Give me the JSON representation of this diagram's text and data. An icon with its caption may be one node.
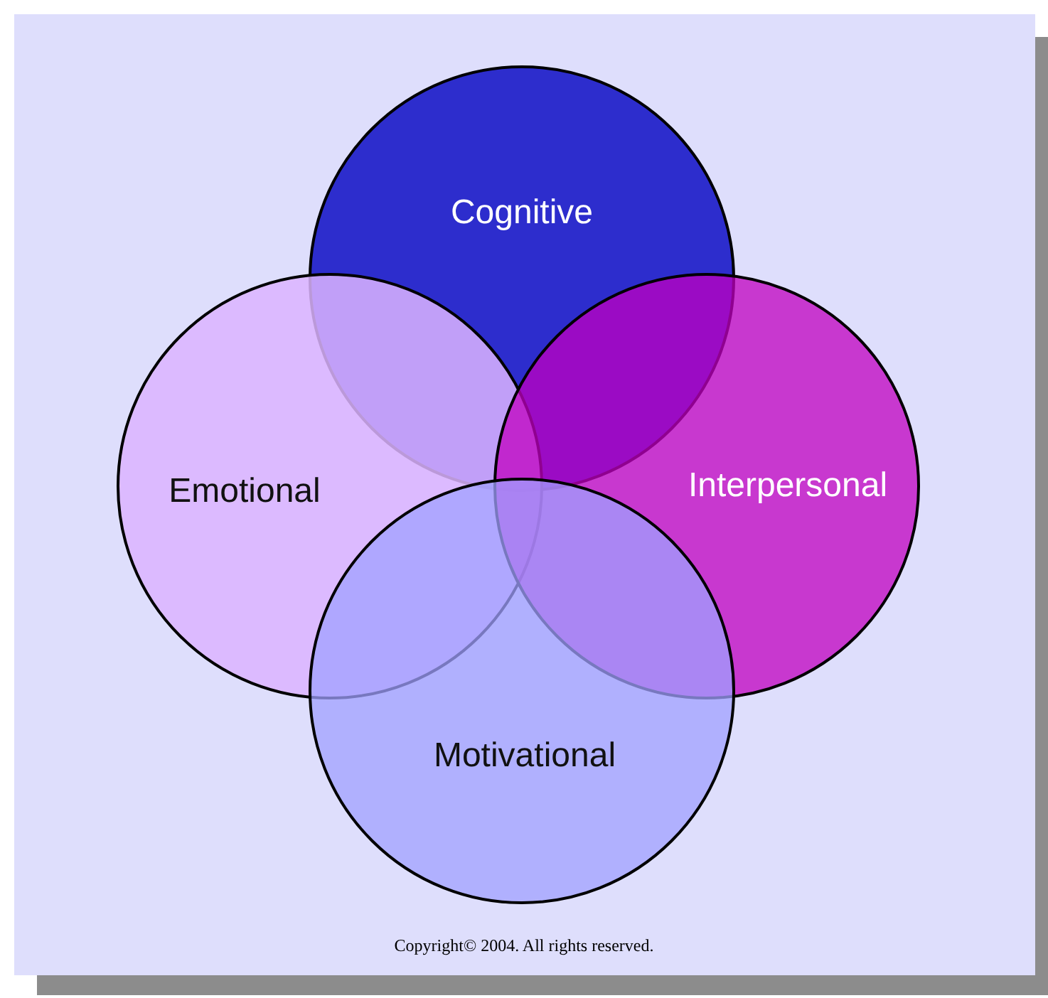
{
  "diagram": {
    "nodes": [
      {
        "text": [
          "Cognitive"
        ]
      },
      {
        "text": [
          "Emotional"
        ]
      },
      {
        "text": [
          "Interpersonal"
        ]
      },
      {
        "text": [
          "Motivational"
        ]
      }
    ],
    "labels": [
      "Copyright© 2004. All rights reserved."
    ]
  }
}
